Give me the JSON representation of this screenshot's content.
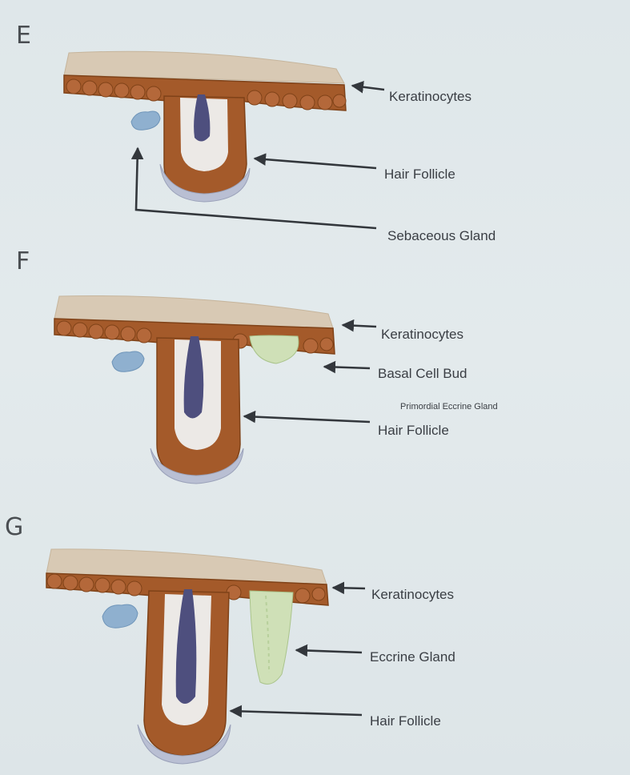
{
  "panels": [
    {
      "letter": "E",
      "labels": {
        "keratinocytes": "Keratinocytes",
        "hair_follicle": "Hair Follicle",
        "sebaceous_gland": "Sebaceous Gland"
      }
    },
    {
      "letter": "F",
      "labels": {
        "keratinocytes": "Keratinocytes",
        "basal_cell_bud": "Basal Cell Bud",
        "primordial_eccrine_gland": "Primordial Eccrine Gland",
        "hair_follicle": "Hair Follicle"
      }
    },
    {
      "letter": "G",
      "labels": {
        "keratinocytes": "Keratinocytes",
        "eccrine_gland": "Eccrine Gland",
        "hair_follicle": "Hair Follicle"
      }
    }
  ],
  "colors": {
    "background": "#e0e8eb",
    "epidermis_surface": "#d8c9b4",
    "basal_cells": "#a45a2a",
    "hair_shaft": "#4e4f7e",
    "sebaceous_gland": "#8fb0cf",
    "dermal_papilla": "#b9bfd3",
    "eccrine_gland": "#cfe0b7",
    "arrow": "#33373c"
  }
}
